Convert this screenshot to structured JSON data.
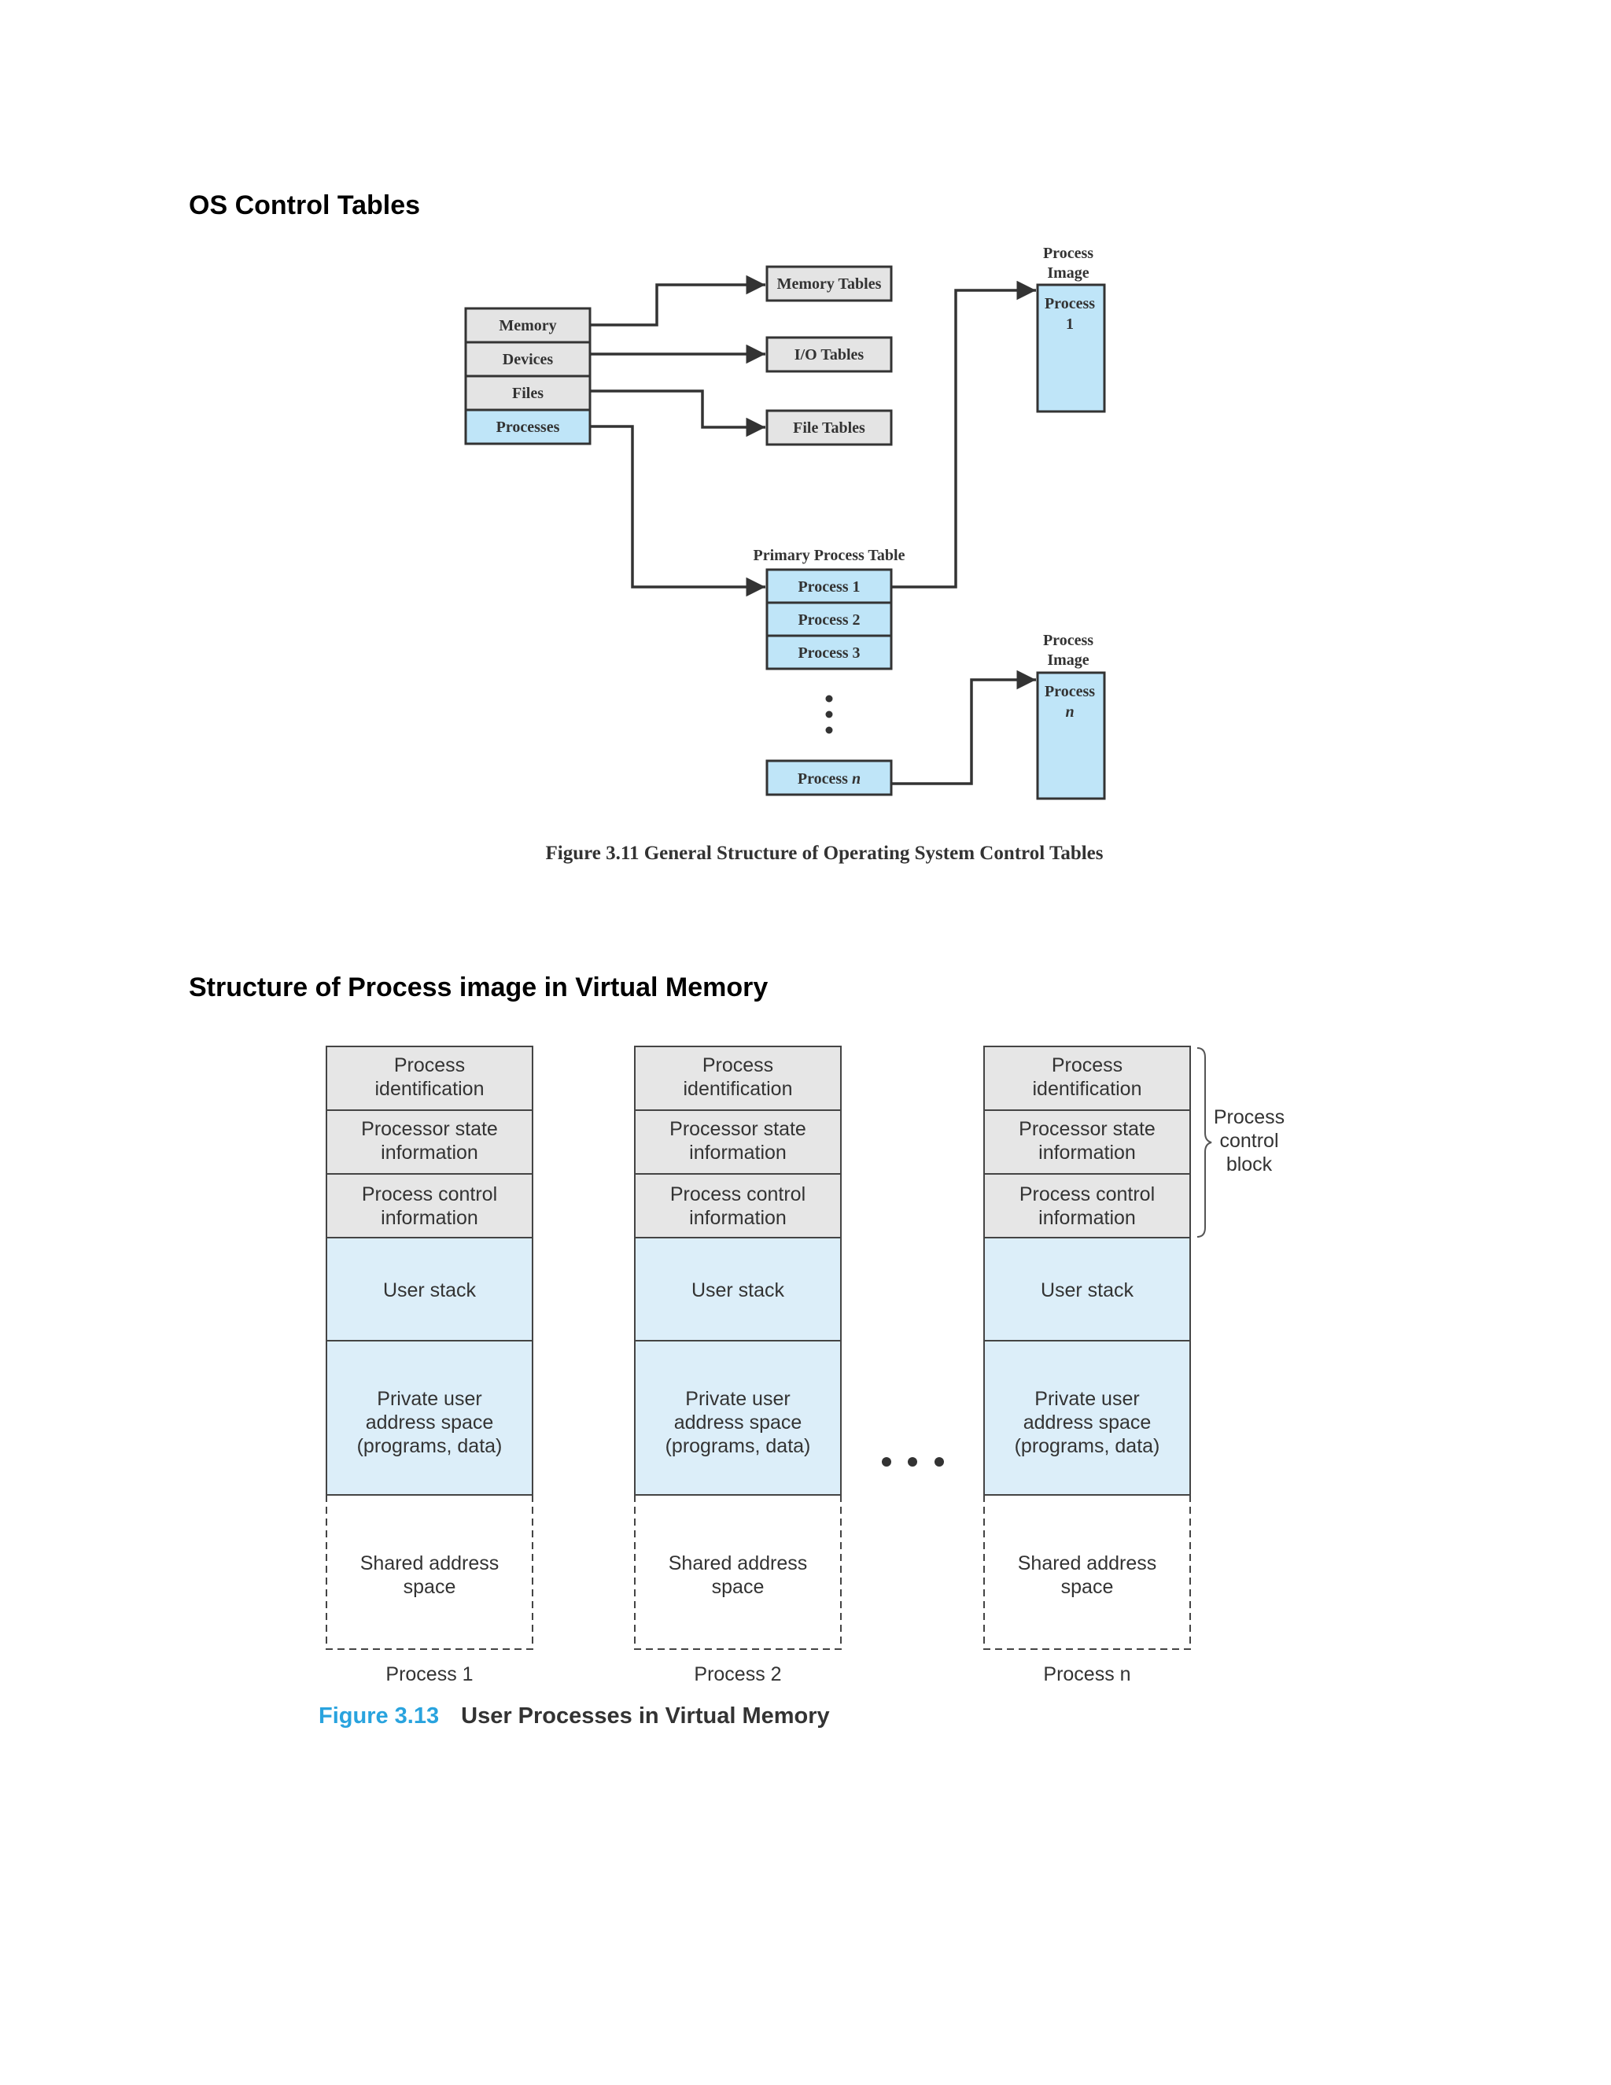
{
  "headings": {
    "control_tables": "OS Control Tables",
    "process_image": "Structure of Process image in Virtual Memory"
  },
  "fig311": {
    "resources": [
      "Memory",
      "Devices",
      "Files",
      "Processes"
    ],
    "tables": [
      "Memory Tables",
      "I/O Tables",
      "File Tables"
    ],
    "primary_table_label": "Primary Process Table",
    "primary_rows": [
      "Process 1",
      "Process 2",
      "Process 3"
    ],
    "primary_last_prefix": "Process ",
    "primary_last_suffix": "n",
    "image_label_line1": "Process",
    "image_label_line2": "Image",
    "image1_line1": "Process",
    "image1_line2": "1",
    "imagen_line1": "Process",
    "imagen_line2": "n",
    "caption": "Figure 3.11  General Structure of Operating System Control Tables"
  },
  "fig313": {
    "columns": [
      {
        "name": "Process 1"
      },
      {
        "name": "Process 2"
      },
      {
        "name": "Process n"
      }
    ],
    "segments": {
      "id": [
        "Process",
        "identification"
      ],
      "state": [
        "Processor state",
        "information"
      ],
      "control": [
        "Process control",
        "information"
      ],
      "stack": "User stack",
      "private": [
        "Private user",
        "address space",
        "(programs, data)"
      ],
      "shared": [
        "Shared address",
        "space"
      ]
    },
    "pcb_label": [
      "Process",
      "control",
      "block"
    ],
    "caption_number": "Figure 3.13",
    "caption_text": "User Processes in Virtual Memory"
  },
  "colors": {
    "gray_fill": "#e4e4e4",
    "blue_fill": "#bfe5f8",
    "caption_blue": "#29a3de",
    "line": "#333333"
  }
}
